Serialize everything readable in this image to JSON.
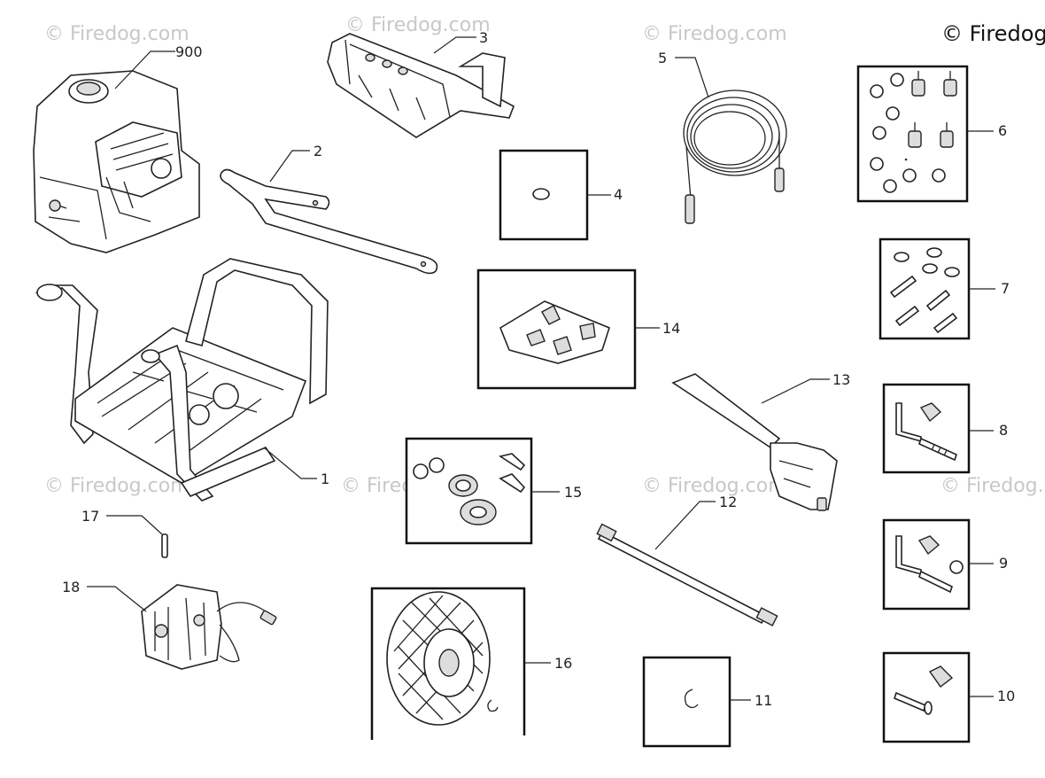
{
  "watermarks": [
    "© Firedog.com",
    "© Firedog.com",
    "© Firedog.com",
    "© Firedog.com",
    "© Firedog.com",
    "© Firedog.com",
    "© Firedog.com"
  ],
  "copyright": "© Firedog",
  "parts": {
    "p900": "900",
    "p1": "1",
    "p2": "2",
    "p3": "3",
    "p4": "4",
    "p5": "5",
    "p6": "6",
    "p7": "7",
    "p8": "8",
    "p9": "9",
    "p10": "10",
    "p11": "11",
    "p12": "12",
    "p13": "13",
    "p14": "14",
    "p15": "15",
    "p16": "16",
    "p17": "17",
    "p18": "18"
  },
  "colors": {
    "line": "#222222",
    "watermark": "#c8c8c8"
  }
}
